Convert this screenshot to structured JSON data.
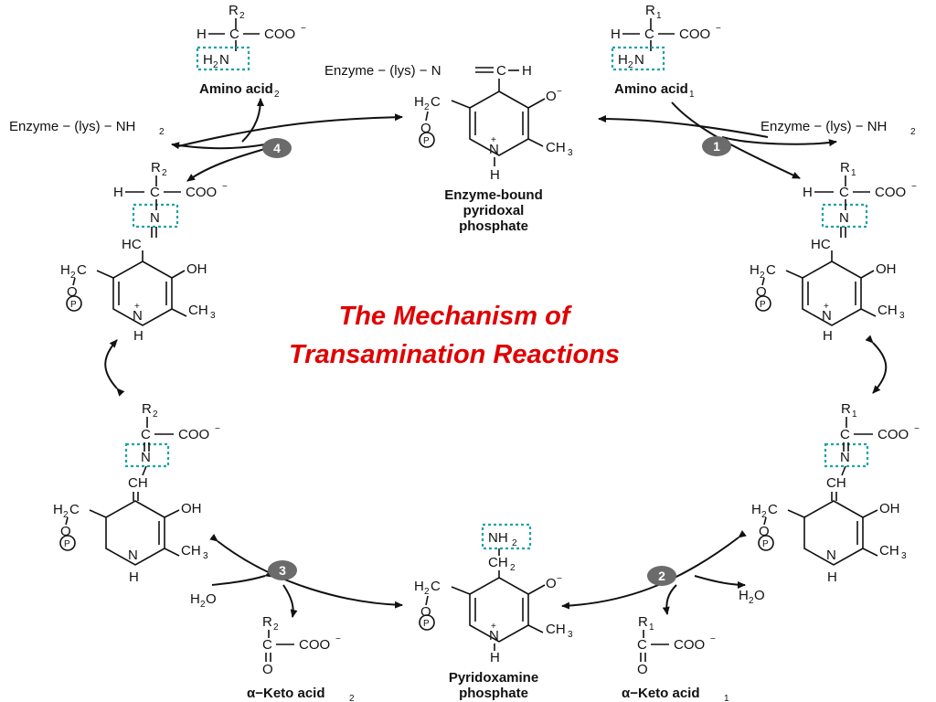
{
  "title": {
    "line1": "The Mechanism of",
    "line2": "Transamination Reactions"
  },
  "colors": {
    "title": "#e00000",
    "highlight_box": "#1aa3a8",
    "badge": "#6b6b6b"
  },
  "steps": [
    "1",
    "2",
    "3",
    "4"
  ],
  "labels": {
    "amino_acid_1": "Amino acid",
    "amino_acid_1_sub": "1",
    "amino_acid_2": "Amino acid",
    "amino_acid_2_sub": "2",
    "keto_acid_1": "α−Keto acid",
    "keto_acid_1_sub": "1",
    "keto_acid_2": "α−Keto acid",
    "keto_acid_2_sub": "2",
    "enzyme_plp": [
      "Enzyme-bound",
      "pyridoxal",
      "phosphate"
    ],
    "pmp": [
      "Pyridoxamine",
      "phosphate"
    ],
    "enzyme_lys_nh2": "Enzyme − (lys) − NH",
    "enzyme_lys_n": "Enzyme − (lys) − N",
    "water": "H",
    "water_o": "O",
    "r1": "R",
    "r2": "R"
  },
  "atoms": {
    "H": "H",
    "C": "C",
    "N": "N",
    "O": "O",
    "P": "P",
    "COO": "COO",
    "minus": "−",
    "plus": "+",
    "H2N": "H",
    "NH2": "NH",
    "OH": "OH",
    "CH3": "CH",
    "HC": "HC",
    "CH": "CH",
    "H2C": "H",
    "CH2": "CH",
    "sub2": "2",
    "sub3": "3",
    "sub1": "1"
  }
}
